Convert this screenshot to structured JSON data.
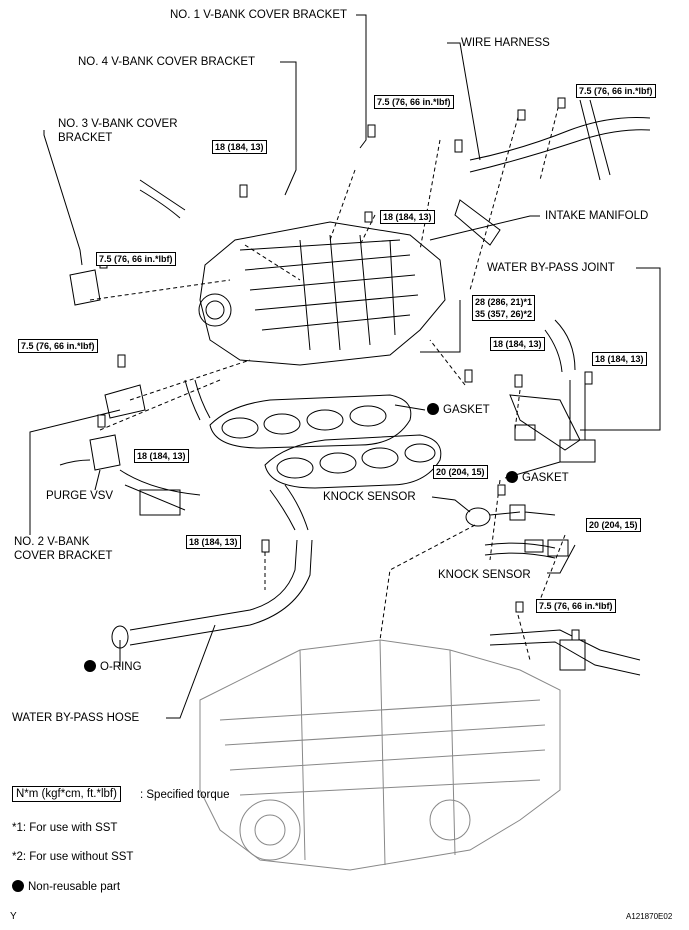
{
  "labels": {
    "no1_bracket": "NO. 1 V-BANK COVER BRACKET",
    "no4_bracket": "NO. 4 V-BANK COVER BRACKET",
    "no3_bracket_line1": "NO. 3 V-BANK COVER",
    "no3_bracket_line2": "BRACKET",
    "wire_harness": "WIRE HARNESS",
    "intake_manifold": "INTAKE MANIFOLD",
    "water_bypass_joint": "WATER BY-PASS JOINT",
    "gasket1": "GASKET",
    "gasket2": "GASKET",
    "purge_vsv": "PURGE VSV",
    "no2_bracket_line1": "NO. 2 V-BANK",
    "no2_bracket_line2": "COVER BRACKET",
    "knock_sensor1": "KNOCK SENSOR",
    "knock_sensor2": "KNOCK SENSOR",
    "o_ring": "O-RING",
    "water_bypass_hose": "WATER BY-PASS HOSE"
  },
  "torques": {
    "t_a": "7.5 (76, 66 in.*lbf)",
    "t_b": "7.5 (76, 66 in.*lbf)",
    "t_c": "18 (184, 13)",
    "t_d": "18 (184, 13)",
    "t_e": "7.5 (76, 66 in.*lbf)",
    "t_f_line1": "28 (286, 21)*1",
    "t_f_line2": "35 (357, 26)*2",
    "t_g": "18 (184, 13)",
    "t_h": "18 (184, 13)",
    "t_i": "7.5 (76, 66 in.*lbf)",
    "t_j": "18 (184, 13)",
    "t_k": "20 (204, 15)",
    "t_l": "20 (204, 15)",
    "t_m": "18 (184, 13)",
    "t_n": "7.5 (76, 66 in.*lbf)"
  },
  "legend": {
    "torque_unit": "N*m (kgf*cm, ft.*lbf)",
    "torque_desc": ": Specified torque",
    "note1": "*1: For use with SST",
    "note2": "*2: For use without SST",
    "nonreusable": "Non-reusable part"
  },
  "corner_mark": "Y",
  "figure_code": "A121870E02"
}
